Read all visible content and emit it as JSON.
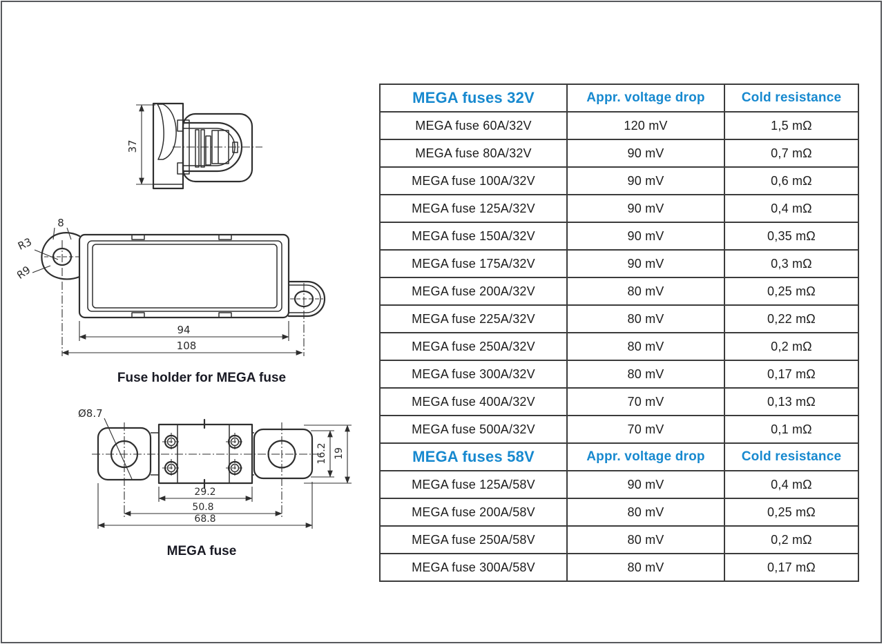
{
  "page": {
    "background": "#ffffff",
    "frame_color": "#56585c"
  },
  "colors": {
    "table_header_blue": "#1789cf",
    "table_border": "#3b3b3b",
    "caption_color": "#191a24",
    "drawing_line": "#2e2e2e"
  },
  "drawings": {
    "holder_side_view": {
      "dims": {
        "height": "37"
      }
    },
    "holder_top_view": {
      "caption": "Fuse holder for MEGA fuse",
      "dims": {
        "tab_width": "8",
        "hole_radius": "R3",
        "lobe_radius": "R9",
        "body_length": "94",
        "hole_centers": "108"
      }
    },
    "fuse_top_view": {
      "caption": "MEGA fuse",
      "dims": {
        "hole_diameter": "Ø8.7",
        "element_width": "29.2",
        "hole_centers": "50.8",
        "overall_length": "68.8",
        "terminal_height": "16.2",
        "body_height": "19"
      }
    }
  },
  "table": {
    "sections": [
      {
        "header": [
          "MEGA fuses 32V",
          "Appr. voltage drop",
          "Cold resistance"
        ],
        "rows": [
          [
            "MEGA fuse 60A/32V",
            "120 mV",
            "1,5 mΩ"
          ],
          [
            "MEGA fuse 80A/32V",
            "90 mV",
            "0,7 mΩ"
          ],
          [
            "MEGA fuse 100A/32V",
            "90 mV",
            "0,6 mΩ"
          ],
          [
            "MEGA fuse 125A/32V",
            "90 mV",
            "0,4 mΩ"
          ],
          [
            "MEGA fuse 150A/32V",
            "90 mV",
            "0,35 mΩ"
          ],
          [
            "MEGA fuse 175A/32V",
            "90 mV",
            "0,3 mΩ"
          ],
          [
            "MEGA fuse 200A/32V",
            "80 mV",
            "0,25 mΩ"
          ],
          [
            "MEGA fuse 225A/32V",
            "80 mV",
            "0,22 mΩ"
          ],
          [
            "MEGA fuse 250A/32V",
            "80 mV",
            "0,2 mΩ"
          ],
          [
            "MEGA fuse 300A/32V",
            "80 mV",
            "0,17 mΩ"
          ],
          [
            "MEGA fuse 400A/32V",
            "70 mV",
            "0,13 mΩ"
          ],
          [
            "MEGA fuse 500A/32V",
            "70 mV",
            "0,1 mΩ"
          ]
        ]
      },
      {
        "header": [
          "MEGA fuses 58V",
          "Appr. voltage drop",
          "Cold resistance"
        ],
        "rows": [
          [
            "MEGA fuse 125A/58V",
            "90 mV",
            "0,4 mΩ"
          ],
          [
            "MEGA fuse 200A/58V",
            "80 mV",
            "0,25 mΩ"
          ],
          [
            "MEGA fuse 250A/58V",
            "80 mV",
            "0,2 mΩ"
          ],
          [
            "MEGA fuse 300A/58V",
            "80 mV",
            "0,17 mΩ"
          ]
        ]
      }
    ]
  }
}
